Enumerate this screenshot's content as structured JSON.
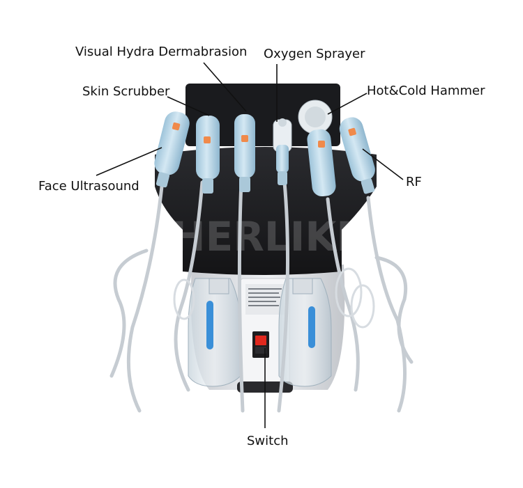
{
  "labels": {
    "visual_hydra_dermabrasion": "Visual Hydra Dermabrasion",
    "oxygen_sprayer": "Oxygen Sprayer",
    "skin_scrubber": "Skin Scrubber",
    "hot_cold_hammer": "Hot&Cold Hammer",
    "face_ultrasound": "Face Ultrasound",
    "rf": "RF",
    "switch": "Switch"
  },
  "watermark": "HERLIKE",
  "colors": {
    "background": "#ffffff",
    "panel": "#1c1d20",
    "handle": "#b9d6e6",
    "accent_orange": "#f08a4b",
    "switch_red": "#e0281e",
    "bottle_liquid": "#3a8fd8"
  }
}
